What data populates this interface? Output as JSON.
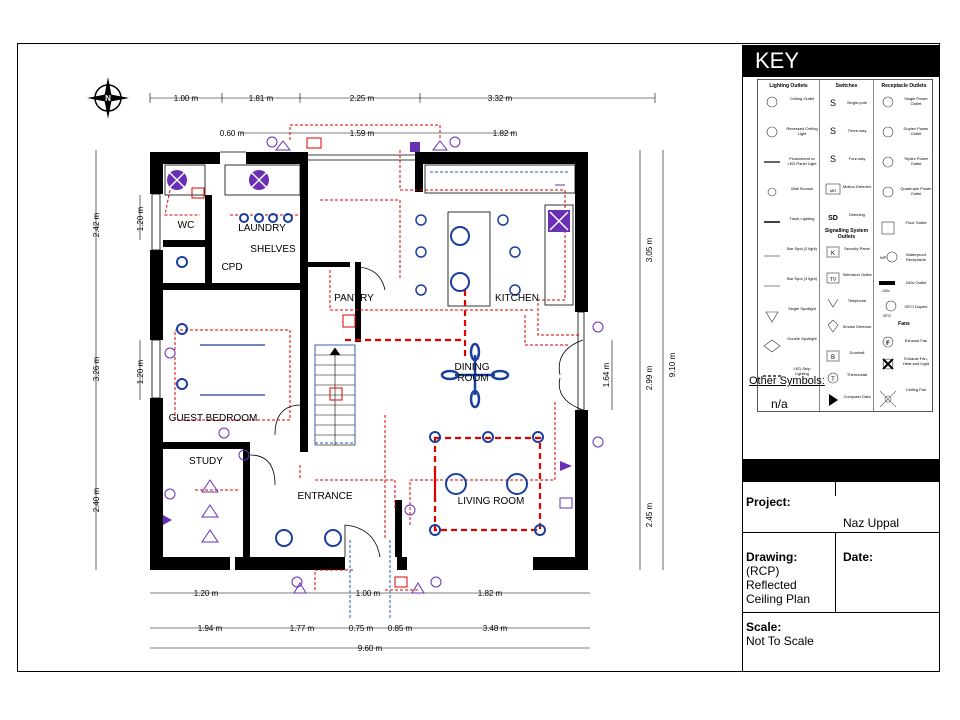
{
  "plan": {
    "rooms": {
      "wc": "WC",
      "laundry": "LAUNDRY",
      "shelves": "SHELVES",
      "cpd": "CPD",
      "pantry": "PANTRY",
      "kitchen": "KITCHEN",
      "guest_bedroom": "GUEST BEDROOM",
      "dining_room_line1": "DINING",
      "dining_room_line2": "ROOM",
      "study": "STUDY",
      "entrance": "ENTRANCE",
      "living_room": "LIVING ROOM"
    },
    "dimensions": {
      "top_1": "1.00 m",
      "top_2": "1.81 m",
      "top_3": "2.25 m",
      "top_4": "3.32 m",
      "top_inner_1": "0.60 m",
      "top_inner_2": "1.59 m",
      "top_inner_3": "1.82 m",
      "left_1": "2.42 m",
      "left_2": "1.20 m",
      "left_3": "3.26 m",
      "left_4": "1.20 m",
      "left_5": "2.40 m",
      "right_1": "3.05 m",
      "right_2": "1.64 m",
      "right_3": "2.99 m",
      "right_4": "2.45 m",
      "right_total": "9.10 m",
      "bottom_inner_1": "1.20 m",
      "bottom_inner_2": "1.00 m",
      "bottom_inner_3": "1.82 m",
      "bottom_1": "1.94 m",
      "bottom_2": "1.77 m",
      "bottom_3": "0.75 m",
      "bottom_4": "0.85 m",
      "bottom_5": "3.48 m",
      "bottom_total": "9.60 m"
    },
    "north_label": "N"
  },
  "key": {
    "title": "KEY",
    "lighting_header": "Lighting Outlets",
    "switches_header": "Switches",
    "receptacle_header": "Receptacle Outlets",
    "signalling_header": "Signalling System Outlets",
    "fans_header": "Fans",
    "lighting_items": [
      "Ceiling Outlet",
      "Recessed Ceiling Light",
      "Fluorescent or LED Panel Light",
      "Wall Sconce",
      "Track Lighting",
      "Bar Spot (2 light)",
      "Bar Spot (3 light)",
      "Single Spotlight",
      "Double Spotlight",
      "LED Strip Lighting"
    ],
    "switch_items": [
      "Single-pole",
      "Three-way",
      "Four-way",
      "Motion Detector",
      "Dimming"
    ],
    "signalling_items": [
      "Security Panel",
      "Television Outlet",
      "Telephone",
      "Smoke Detector",
      "Doorbell",
      "Thermostat",
      "Computer Data"
    ],
    "receptacle_items": [
      "Single Power Outlet",
      "Duplex Power Outlet",
      "Triplex Power Outlet",
      "Quadruple Power Outlet",
      "Floor Outlet",
      "Waterproof Receptacle",
      "240v Outlet",
      "GFCI Duplex"
    ],
    "fan_items": [
      "Exhaust Fan",
      "Exhaust Fan, Heat and Light",
      "Ceiling Fan"
    ],
    "switch_glyphs": {
      "dimming": "SD",
      "motion": "MD"
    },
    "signal_glyphs": {
      "security": "K",
      "tv": "TV",
      "doorbell": "B",
      "thermostat": "T"
    },
    "recept_glyphs": {
      "wp": "WP",
      "v240": "240v",
      "gfci": "GFCI"
    },
    "other_symbols_label": "Other Symbols:",
    "other_symbols_value": "n/a"
  },
  "title_block": {
    "project_label": "Project:",
    "project_value": "Naz Uppal",
    "drawing_label": "Drawing:",
    "drawing_value_line1": "(RCP)",
    "drawing_value_line2": "Reflected",
    "drawing_value_line3": "Ceiling Plan",
    "date_label": "Date:",
    "scale_label": "Scale:",
    "scale_value": "Not To Scale"
  },
  "colors": {
    "wall": "#000000",
    "wiring": "#e00000",
    "fixture_blue": "#1a3fa0",
    "fixture_purple": "#6a2fb5",
    "data_blue": "#1a5fd0"
  }
}
